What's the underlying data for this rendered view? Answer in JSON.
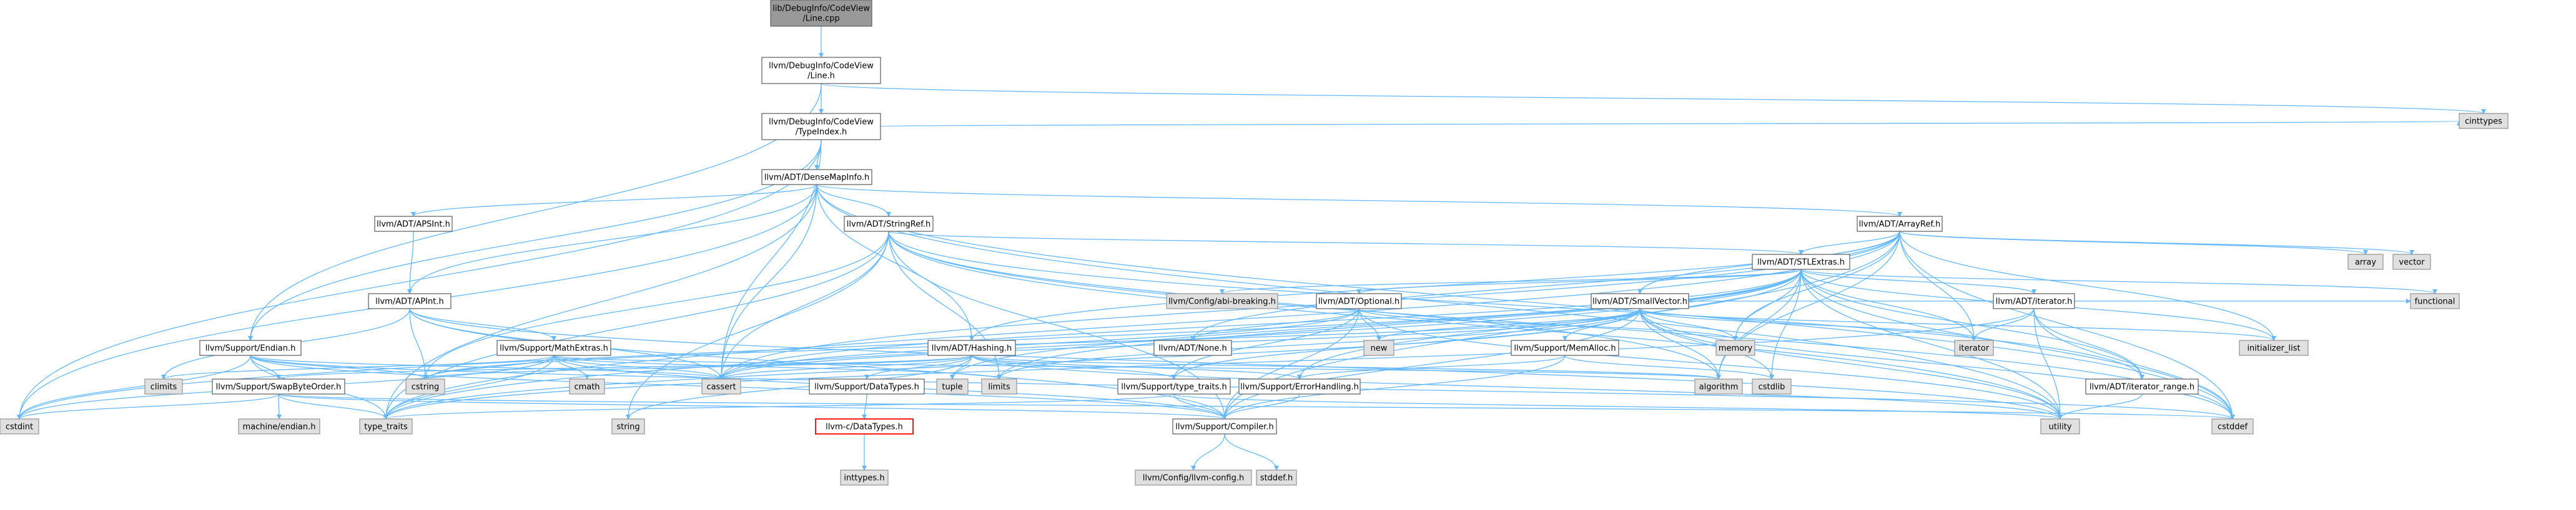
{
  "diagram": {
    "type": "include-dependency-graph",
    "colors": {
      "edge": "#63b8ff",
      "root_fill": "#999999",
      "file_fill": "#ffffff",
      "system_fill": "#e0e0e0",
      "missing_border": "#ff0000"
    },
    "nodes": [
      {
        "id": "root",
        "lines": [
          "lib/DebugInfo/CodeView",
          "/Line.cpp"
        ],
        "kind": "root"
      },
      {
        "id": "line",
        "lines": [
          "llvm/DebugInfo/CodeView",
          "/Line.h"
        ],
        "kind": "file"
      },
      {
        "id": "typeindex",
        "lines": [
          "llvm/DebugInfo/CodeView",
          "/TypeIndex.h"
        ],
        "kind": "file"
      },
      {
        "id": "cinttypes",
        "lines": [
          "cinttypes"
        ],
        "kind": "system"
      },
      {
        "id": "densemapinfo",
        "lines": [
          "llvm/ADT/DenseMapInfo.h"
        ],
        "kind": "file"
      },
      {
        "id": "apsint",
        "lines": [
          "llvm/ADT/APSInt.h"
        ],
        "kind": "file"
      },
      {
        "id": "stringref",
        "lines": [
          "llvm/ADT/StringRef.h"
        ],
        "kind": "file"
      },
      {
        "id": "arrayref",
        "lines": [
          "llvm/ADT/ArrayRef.h"
        ],
        "kind": "file"
      },
      {
        "id": "array",
        "lines": [
          "array"
        ],
        "kind": "system"
      },
      {
        "id": "vector",
        "lines": [
          "vector"
        ],
        "kind": "system"
      },
      {
        "id": "stlextras",
        "lines": [
          "llvm/ADT/STLExtras.h"
        ],
        "kind": "file"
      },
      {
        "id": "abibreaking",
        "lines": [
          "llvm/Config/abi-breaking.h"
        ],
        "kind": "system"
      },
      {
        "id": "optional",
        "lines": [
          "llvm/ADT/Optional.h"
        ],
        "kind": "file"
      },
      {
        "id": "smallvector",
        "lines": [
          "llvm/ADT/SmallVector.h"
        ],
        "kind": "file"
      },
      {
        "id": "iteratorh",
        "lines": [
          "llvm/ADT/iterator.h"
        ],
        "kind": "file"
      },
      {
        "id": "functional",
        "lines": [
          "functional"
        ],
        "kind": "system"
      },
      {
        "id": "apint",
        "lines": [
          "llvm/ADT/APInt.h"
        ],
        "kind": "file"
      },
      {
        "id": "endian",
        "lines": [
          "llvm/Support/Endian.h"
        ],
        "kind": "file"
      },
      {
        "id": "mathextras",
        "lines": [
          "llvm/Support/MathExtras.h"
        ],
        "kind": "file"
      },
      {
        "id": "hashing",
        "lines": [
          "llvm/ADT/Hashing.h"
        ],
        "kind": "file"
      },
      {
        "id": "noneh",
        "lines": [
          "llvm/ADT/None.h"
        ],
        "kind": "file"
      },
      {
        "id": "new",
        "lines": [
          "new"
        ],
        "kind": "system"
      },
      {
        "id": "memallocs",
        "lines": [
          "llvm/Support/MemAlloc.h"
        ],
        "kind": "file"
      },
      {
        "id": "memory",
        "lines": [
          "memory"
        ],
        "kind": "system"
      },
      {
        "id": "iteratorsys",
        "lines": [
          "iterator"
        ],
        "kind": "system"
      },
      {
        "id": "initlist",
        "lines": [
          "initializer_list"
        ],
        "kind": "system"
      },
      {
        "id": "iterrange",
        "lines": [
          "llvm/ADT/iterator_range.h"
        ],
        "kind": "file"
      },
      {
        "id": "climits",
        "lines": [
          "climits"
        ],
        "kind": "system"
      },
      {
        "id": "swapbyteorder",
        "lines": [
          "llvm/Support/SwapByteOrder.h"
        ],
        "kind": "file"
      },
      {
        "id": "cmath",
        "lines": [
          "cmath"
        ],
        "kind": "system"
      },
      {
        "id": "cstring",
        "lines": [
          "cstring"
        ],
        "kind": "system"
      },
      {
        "id": "cassert",
        "lines": [
          "cassert"
        ],
        "kind": "system"
      },
      {
        "id": "datatypes",
        "lines": [
          "llvm/Support/DataTypes.h"
        ],
        "kind": "file"
      },
      {
        "id": "tuple",
        "lines": [
          "tuple"
        ],
        "kind": "system"
      },
      {
        "id": "limits",
        "lines": [
          "limits"
        ],
        "kind": "system"
      },
      {
        "id": "typetraitsh",
        "lines": [
          "llvm/Support/type_traits.h"
        ],
        "kind": "file"
      },
      {
        "id": "errorhandling",
        "lines": [
          "llvm/Support/ErrorHandling.h"
        ],
        "kind": "file"
      },
      {
        "id": "algorithm",
        "lines": [
          "algorithm"
        ],
        "kind": "system"
      },
      {
        "id": "cstdlib",
        "lines": [
          "cstdlib"
        ],
        "kind": "system"
      },
      {
        "id": "cstdint",
        "lines": [
          "cstdint"
        ],
        "kind": "system"
      },
      {
        "id": "machineendian",
        "lines": [
          "machine/endian.h"
        ],
        "kind": "system"
      },
      {
        "id": "typetraits",
        "lines": [
          "type_traits"
        ],
        "kind": "system"
      },
      {
        "id": "string",
        "lines": [
          "string"
        ],
        "kind": "system"
      },
      {
        "id": "llvmcdatatypes",
        "lines": [
          "llvm-c/DataTypes.h"
        ],
        "kind": "missing"
      },
      {
        "id": "compiler",
        "lines": [
          "llvm/Support/Compiler.h"
        ],
        "kind": "file"
      },
      {
        "id": "utility",
        "lines": [
          "utility"
        ],
        "kind": "system"
      },
      {
        "id": "cstddef",
        "lines": [
          "cstddef"
        ],
        "kind": "system"
      },
      {
        "id": "inttypes",
        "lines": [
          "inttypes.h"
        ],
        "kind": "system"
      },
      {
        "id": "llvmconfig",
        "lines": [
          "llvm/Config/llvm-config.h"
        ],
        "kind": "system"
      },
      {
        "id": "stddef",
        "lines": [
          "stddef.h"
        ],
        "kind": "system"
      }
    ],
    "edges": [
      [
        "root",
        "line"
      ],
      [
        "line",
        "typeindex"
      ],
      [
        "line",
        "endian"
      ],
      [
        "line",
        "cinttypes"
      ],
      [
        "typeindex",
        "densemapinfo"
      ],
      [
        "typeindex",
        "endian"
      ],
      [
        "typeindex",
        "cinttypes"
      ],
      [
        "typeindex",
        "cassert"
      ],
      [
        "typeindex",
        "cstdint"
      ],
      [
        "densemapinfo",
        "apsint"
      ],
      [
        "densemapinfo",
        "apint"
      ],
      [
        "densemapinfo",
        "stringref"
      ],
      [
        "densemapinfo",
        "arrayref"
      ],
      [
        "densemapinfo",
        "hashing"
      ],
      [
        "densemapinfo",
        "cassert"
      ],
      [
        "densemapinfo",
        "cstddef"
      ],
      [
        "densemapinfo",
        "cstdint"
      ],
      [
        "densemapinfo",
        "utility"
      ],
      [
        "densemapinfo",
        "typetraits"
      ],
      [
        "apsint",
        "apint"
      ],
      [
        "stringref",
        "stlextras"
      ],
      [
        "stringref",
        "iterrange"
      ],
      [
        "stringref",
        "compiler"
      ],
      [
        "stringref",
        "algorithm"
      ],
      [
        "stringref",
        "cassert"
      ],
      [
        "stringref",
        "cstddef"
      ],
      [
        "stringref",
        "cstring"
      ],
      [
        "stringref",
        "limits"
      ],
      [
        "stringref",
        "string"
      ],
      [
        "stringref",
        "typetraits"
      ],
      [
        "stringref",
        "utility"
      ],
      [
        "arrayref",
        "hashing"
      ],
      [
        "arrayref",
        "noneh"
      ],
      [
        "arrayref",
        "smallvector"
      ],
      [
        "arrayref",
        "stlextras"
      ],
      [
        "arrayref",
        "compiler"
      ],
      [
        "arrayref",
        "algorithm"
      ],
      [
        "arrayref",
        "array"
      ],
      [
        "arrayref",
        "cassert"
      ],
      [
        "arrayref",
        "cstddef"
      ],
      [
        "arrayref",
        "initlist"
      ],
      [
        "arrayref",
        "iteratorsys"
      ],
      [
        "arrayref",
        "memory"
      ],
      [
        "arrayref",
        "typetraits"
      ],
      [
        "arrayref",
        "vector"
      ],
      [
        "stlextras",
        "abibreaking"
      ],
      [
        "stlextras",
        "optional"
      ],
      [
        "stlextras",
        "iteratorh"
      ],
      [
        "stlextras",
        "iterrange"
      ],
      [
        "stlextras",
        "errorhandling"
      ],
      [
        "stlextras",
        "algorithm"
      ],
      [
        "stlextras",
        "cassert"
      ],
      [
        "stlextras",
        "cstddef"
      ],
      [
        "stlextras",
        "cstdint"
      ],
      [
        "stlextras",
        "cstdlib"
      ],
      [
        "stlextras",
        "functional"
      ],
      [
        "stlextras",
        "initlist"
      ],
      [
        "stlextras",
        "iteratorsys"
      ],
      [
        "stlextras",
        "limits"
      ],
      [
        "stlextras",
        "memory"
      ],
      [
        "stlextras",
        "tuple"
      ],
      [
        "stlextras",
        "typetraits"
      ],
      [
        "stlextras",
        "utility"
      ],
      [
        "optional",
        "noneh"
      ],
      [
        "optional",
        "compiler"
      ],
      [
        "optional",
        "typetraitsh"
      ],
      [
        "optional",
        "cassert"
      ],
      [
        "optional",
        "memory"
      ],
      [
        "optional",
        "new"
      ],
      [
        "optional",
        "utility"
      ],
      [
        "smallvector",
        "memallocs"
      ],
      [
        "smallvector",
        "typetraitsh"
      ],
      [
        "smallvector",
        "algorithm"
      ],
      [
        "smallvector",
        "cassert"
      ],
      [
        "smallvector",
        "cstddef"
      ],
      [
        "smallvector",
        "cstdlib"
      ],
      [
        "smallvector",
        "cstring"
      ],
      [
        "smallvector",
        "functional"
      ],
      [
        "smallvector",
        "initlist"
      ],
      [
        "smallvector",
        "iteratorsys"
      ],
      [
        "smallvector",
        "limits"
      ],
      [
        "smallvector",
        "memory"
      ],
      [
        "smallvector",
        "new"
      ],
      [
        "smallvector",
        "typetraits"
      ],
      [
        "smallvector",
        "utility"
      ],
      [
        "smallvector",
        "compiler"
      ],
      [
        "iteratorh",
        "iterrange"
      ],
      [
        "iteratorh",
        "cstddef"
      ],
      [
        "iteratorh",
        "iteratorsys"
      ],
      [
        "iteratorh",
        "typetraits"
      ],
      [
        "iteratorh",
        "utility"
      ],
      [
        "iterrange",
        "utility"
      ],
      [
        "apint",
        "compiler"
      ],
      [
        "apint",
        "mathextras"
      ],
      [
        "apint",
        "cassert"
      ],
      [
        "apint",
        "climits"
      ],
      [
        "apint",
        "cstring"
      ],
      [
        "apint",
        "utility"
      ],
      [
        "endian",
        "compiler"
      ],
      [
        "endian",
        "swapbyteorder"
      ],
      [
        "endian",
        "cassert"
      ],
      [
        "endian",
        "cstddef"
      ],
      [
        "endian",
        "cstdint"
      ],
      [
        "endian",
        "cstring"
      ],
      [
        "endian",
        "typetraits"
      ],
      [
        "mathextras",
        "compiler"
      ],
      [
        "mathextras",
        "algorithm"
      ],
      [
        "mathextras",
        "cassert"
      ],
      [
        "mathextras",
        "climits"
      ],
      [
        "mathextras",
        "cmath"
      ],
      [
        "mathextras",
        "cstdint"
      ],
      [
        "mathextras",
        "cstring"
      ],
      [
        "mathextras",
        "limits"
      ],
      [
        "mathextras",
        "typetraits"
      ],
      [
        "hashing",
        "errorhandling"
      ],
      [
        "hashing",
        "datatypes"
      ],
      [
        "hashing",
        "swapbyteorder"
      ],
      [
        "hashing",
        "typetraitsh"
      ],
      [
        "hashing",
        "algorithm"
      ],
      [
        "hashing",
        "cassert"
      ],
      [
        "hashing",
        "cstring"
      ],
      [
        "hashing",
        "string"
      ],
      [
        "hashing",
        "tuple"
      ],
      [
        "hashing",
        "utility"
      ],
      [
        "memallocs",
        "compiler"
      ],
      [
        "memallocs",
        "errorhandling"
      ],
      [
        "memallocs",
        "cstdlib"
      ],
      [
        "swapbyteorder",
        "compiler"
      ],
      [
        "swapbyteorder",
        "cstddef"
      ],
      [
        "swapbyteorder",
        "cstdint"
      ],
      [
        "swapbyteorder",
        "typetraits"
      ],
      [
        "swapbyteorder",
        "machineendian"
      ],
      [
        "datatypes",
        "llvmcdatatypes"
      ],
      [
        "llvmcdatatypes",
        "inttypes"
      ],
      [
        "typetraitsh",
        "compiler"
      ],
      [
        "typetraitsh",
        "typetraits"
      ],
      [
        "typetraitsh",
        "utility"
      ],
      [
        "errorhandling",
        "compiler"
      ],
      [
        "compiler",
        "llvmconfig"
      ],
      [
        "compiler",
        "stddef"
      ]
    ]
  }
}
